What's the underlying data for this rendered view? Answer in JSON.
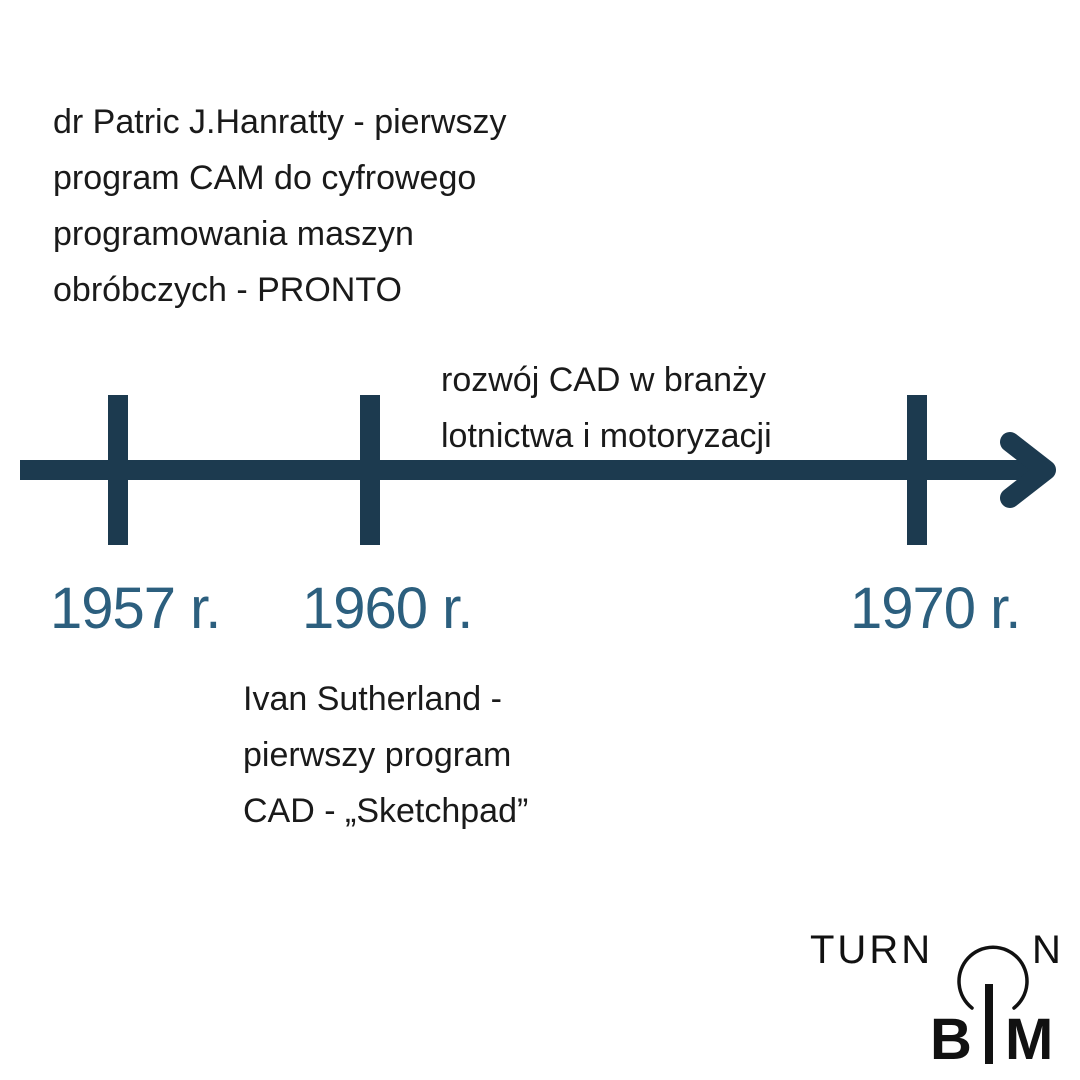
{
  "colors": {
    "timeline": "#1c3a4f",
    "year_text": "#2c5f7e",
    "body_text": "#1a1a1a",
    "logo": "#111111"
  },
  "events": {
    "hanratty": {
      "lines": [
        "dr Patric J.Hanratty - pierwszy",
        "program CAM do cyfrowego",
        "programowania maszyn",
        "obróbczych - PRONTO"
      ]
    },
    "aviation": {
      "lines": [
        "rozwój CAD w branży",
        "lotnictwa i motoryzacji"
      ]
    },
    "sutherland": {
      "lines": [
        "Ivan Sutherland -",
        "pierwszy program",
        "CAD - „Sketchpad”"
      ]
    }
  },
  "years": {
    "y1957": "1957 r.",
    "y1960": "1960 r.",
    "y1970": "1970 r."
  },
  "logo": {
    "turn": "TURN",
    "o_letter": "O",
    "n_letter": "N",
    "b_letter": "B",
    "m_letter": "M"
  }
}
